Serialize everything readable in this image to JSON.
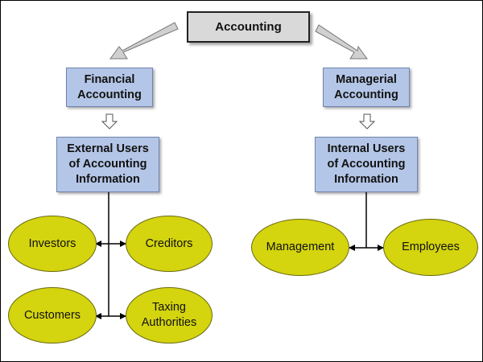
{
  "root": {
    "label": "Accounting"
  },
  "branches": [
    {
      "label": "Financial\nAccounting",
      "users": {
        "label": "External Users\nof Accounting\nInformation"
      },
      "groups": [
        "Investors",
        "Creditors",
        "Customers",
        "Taxing\nAuthorities"
      ]
    },
    {
      "label": "Managerial\nAccounting",
      "users": {
        "label": "Internal Users\nof Accounting\nInformation"
      },
      "groups": [
        "Management",
        "Employees"
      ]
    }
  ],
  "colors": {
    "root_fill": "#d9d9d9",
    "box_fill": "#b4c6e7",
    "ellipse_fill": "#d4d40f",
    "arrow_fill": "#d0d0d0"
  }
}
